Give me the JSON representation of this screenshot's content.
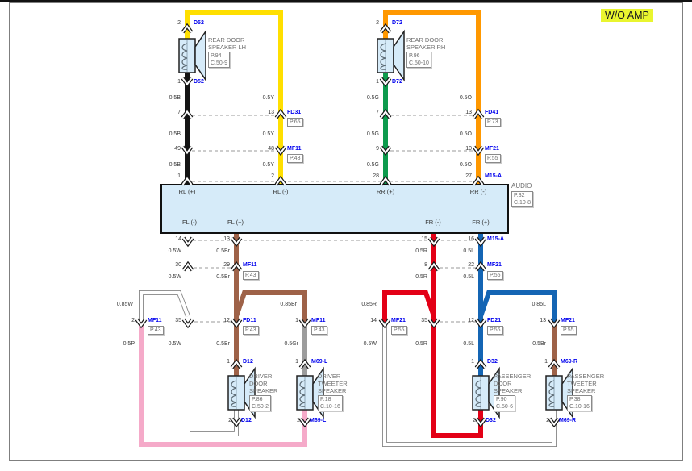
{
  "tag": {
    "label": "W/O AMP"
  },
  "colors": {
    "black": "#141414",
    "yellow": "#ffdf00",
    "green": "#0d9b4d",
    "orange": "#ff9800",
    "brown": "#9e6248",
    "red": "#e30016",
    "blue": "#1465b4",
    "pink": "#f5aac9",
    "gray": "#9c9c9c",
    "white": "#ffffff",
    "wire_outline": "#858585",
    "component_fill": "#d6ebf9",
    "highlight": "#e9f52f"
  },
  "audio": {
    "name": "AUDIO",
    "ref": "P.32",
    "conn": "C.10-8",
    "top_labels": [
      "RL (+)",
      "RL (-)",
      "RR (+)",
      "RR (-)"
    ],
    "bottom_labels": [
      "FL (-)",
      "FL (+)",
      "FR (-)",
      "FR (+)"
    ]
  },
  "rear_lh": {
    "conn": "D52",
    "pin_top": "2",
    "pin_bot": "1",
    "name1": "REAR DOOR",
    "name2": "SPEAKER LH",
    "ref": "P.94",
    "cref": "C.50-9",
    "pos": {
      "sizes": [
        "0.5B",
        "0.5B",
        "0.5B"
      ],
      "pins": [
        "7",
        "49",
        "1"
      ]
    },
    "neg": {
      "sizes": [
        "0.5Y",
        "0.5Y",
        "0.5Y"
      ],
      "pins": [
        "13",
        "48",
        "2"
      ]
    }
  },
  "rear_rh": {
    "conn": "D72",
    "pin_top": "2",
    "pin_bot": "1",
    "name1": "REAR DOOR",
    "name2": "SPEAKER RH",
    "ref": "P.96",
    "cref": "C.50-10",
    "pos": {
      "sizes": [
        "0.5G",
        "0.5G",
        "0.5G"
      ],
      "pins": [
        "7",
        "9",
        "28"
      ]
    },
    "neg": {
      "sizes": [
        "0.5O",
        "0.5O",
        "0.5O"
      ],
      "pins": [
        "13",
        "10",
        "27"
      ]
    }
  },
  "jx": {
    "fd31": "FD31",
    "p65": "P.65",
    "mf11": "MF11",
    "p43": "P.43",
    "fd41": "FD41",
    "p73": "P.73",
    "mf21": "MF21",
    "p55": "P.55",
    "m15a": "M15-A",
    "fd11": "FD11",
    "fd21": "FD21",
    "p56": "P.56"
  },
  "bl": {
    "pins_row1": [
      "14",
      "13"
    ],
    "sizes_row1": [
      "0.5W",
      "0.5Br"
    ],
    "pins_row2": [
      "30",
      "29"
    ],
    "sizes_row2": [
      "0.5W",
      "0.5Br"
    ],
    "branch_sizes": [
      "0.85W",
      "0.85Br"
    ],
    "pins_row3": [
      "2",
      "35",
      "12",
      "1"
    ],
    "sizes_row3": [
      "0.5P",
      "0.5W",
      "0.5Br",
      "0.5Gr"
    ],
    "door": {
      "conn": "D12",
      "pin_top": "1",
      "pin_bot": "2",
      "name1": "DRIVER",
      "name2": "DOOR",
      "name3": "SPEAKER",
      "ref": "P.86",
      "cref": "C.50-2"
    },
    "tweeter": {
      "conn": "M69-L",
      "pin_top": "1",
      "pin_bot": "2",
      "name1": "DRIVER",
      "name2": "TWEETER",
      "name3": "SPEAKER",
      "ref": "P.18",
      "cref": "C.10-16"
    }
  },
  "br": {
    "pins_row1": [
      "15",
      "16"
    ],
    "sizes_row1": [
      "0.5R",
      "0.5L"
    ],
    "pins_row2": [
      "8",
      "22"
    ],
    "sizes_row2": [
      "0.5R",
      "0.5L"
    ],
    "branch_sizes": [
      "0.85R",
      "0.85L"
    ],
    "pins_row3": [
      "14",
      "35",
      "12",
      "13"
    ],
    "sizes_row3": [
      "0.5W",
      "0.5R",
      "0.5L",
      "0.5Br"
    ],
    "door": {
      "conn": "D32",
      "pin_top": "1",
      "pin_bot": "2",
      "name1": "PASSENGER",
      "name2": "DOOR",
      "name3": "SPEAKER",
      "ref": "P.90",
      "cref": "C.50-6"
    },
    "tweeter": {
      "conn": "M69-R",
      "pin_top": "1",
      "pin_bot": "2",
      "name1": "PASSENGER",
      "name2": "TWEETER",
      "name3": "SPEAKER",
      "ref": "P.38",
      "cref": "C.10-16"
    }
  }
}
